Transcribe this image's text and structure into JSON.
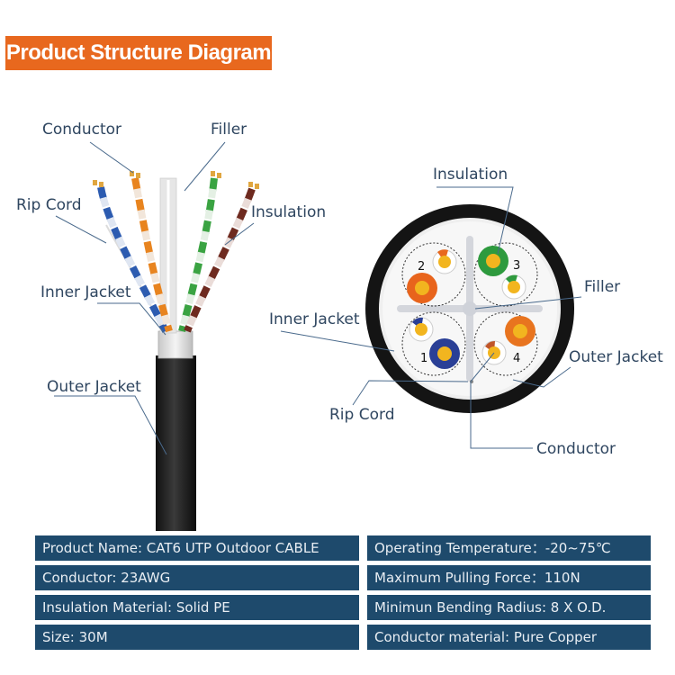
{
  "header": {
    "title": "Product Structure Diagram"
  },
  "side_view": {
    "labels": {
      "conductor": "Conductor",
      "filler": "Filler",
      "rip_cord": "Rip Cord",
      "insulation": "Insulation",
      "inner_jacket": "Inner Jacket",
      "outer_jacket": "Outer Jacket"
    }
  },
  "cross_section": {
    "labels": {
      "insulation": "Insulation",
      "filler": "Filler",
      "inner_jacket": "Inner Jacket",
      "outer_jacket": "Outer Jacket",
      "rip_cord": "Rip Cord",
      "conductor": "Conductor"
    },
    "pair_numbers": [
      "1",
      "2",
      "3",
      "4"
    ]
  },
  "specs": {
    "left": [
      "Product Name: CAT6 UTP Outdoor CABLE",
      "Conductor: 23AWG",
      "Insulation Material: Solid PE",
      "Size: 30M"
    ],
    "right": [
      "Operating Temperature：-20~75℃",
      "Maximum Pulling Force：110N",
      "Minimun Bending Radius: 8 X O.D.",
      "Conductor material: Pure Copper"
    ]
  },
  "colors": {
    "banner": "#e8681e",
    "spec_bg": "#1e4a6c",
    "label_text": "#2f4660",
    "pair_blue": "#2a3f96",
    "pair_orange": "#e8741f",
    "pair_green": "#2e9a3e",
    "pair_brown": "#6b2a1e",
    "copper": "#f2b51f"
  }
}
